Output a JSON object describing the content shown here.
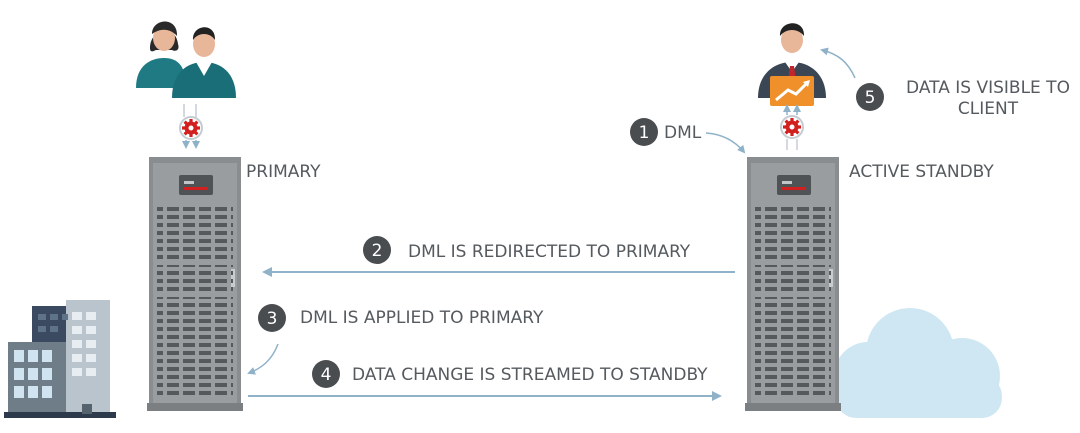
{
  "labels": {
    "primary": "PRIMARY",
    "active_standby": "ACTIVE STANDBY"
  },
  "steps": [
    {
      "number": "1",
      "text": "DML"
    },
    {
      "number": "2",
      "text": "DML IS REDIRECTED TO PRIMARY"
    },
    {
      "number": "3",
      "text": "DML IS APPLIED TO PRIMARY"
    },
    {
      "number": "4",
      "text": "DATA CHANGE IS STREAMED TO STANDBY"
    },
    {
      "number": "5",
      "text_line1": "DATA IS VISIBLE TO",
      "text_line2": "CLIENT"
    }
  ],
  "colors": {
    "text": "#555a5f",
    "badge": "#4a4d50",
    "arrow": "#8fb2c9",
    "server_body": "#8a8d90",
    "server_dark": "#4f5356",
    "teal_user": "#1f7a84",
    "cloud": "#cfe7f2",
    "gear_red": "#d21f1f",
    "chart_orange": "#f0902a"
  },
  "icons": [
    "users-icon",
    "gear-icon",
    "server-icon",
    "building-icon",
    "businessman-icon",
    "chart-icon",
    "cloud-icon"
  ]
}
